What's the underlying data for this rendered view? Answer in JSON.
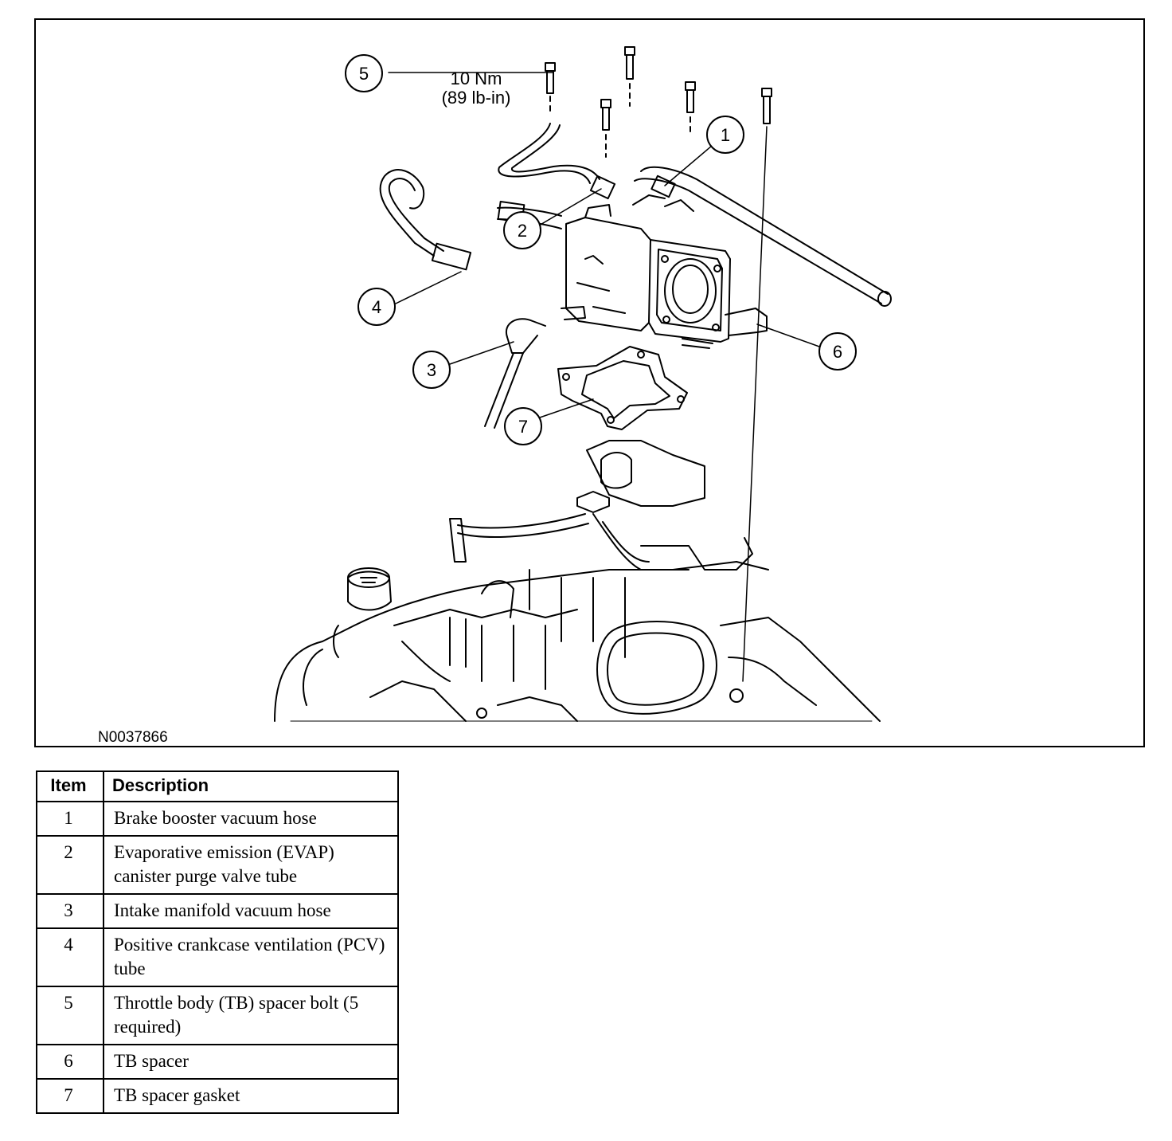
{
  "figure": {
    "id_label": "N0037866",
    "torque_spec": {
      "value": "10 Nm",
      "imperial": "(89 lb-in)"
    },
    "callouts": [
      "1",
      "2",
      "3",
      "4",
      "5",
      "6",
      "7"
    ]
  },
  "legend": {
    "headers": {
      "item": "Item",
      "description": "Description"
    },
    "rows": [
      {
        "item": "1",
        "description": "Brake booster vacuum hose"
      },
      {
        "item": "2",
        "description": "Evaporative emission (EVAP) canister purge valve tube"
      },
      {
        "item": "3",
        "description": "Intake manifold vacuum hose"
      },
      {
        "item": "4",
        "description": "Positive crankcase ventilation (PCV) tube"
      },
      {
        "item": "5",
        "description": "Throttle body (TB) spacer bolt (5 required)"
      },
      {
        "item": "6",
        "description": "TB spacer"
      },
      {
        "item": "7",
        "description": "TB spacer gasket"
      }
    ]
  }
}
